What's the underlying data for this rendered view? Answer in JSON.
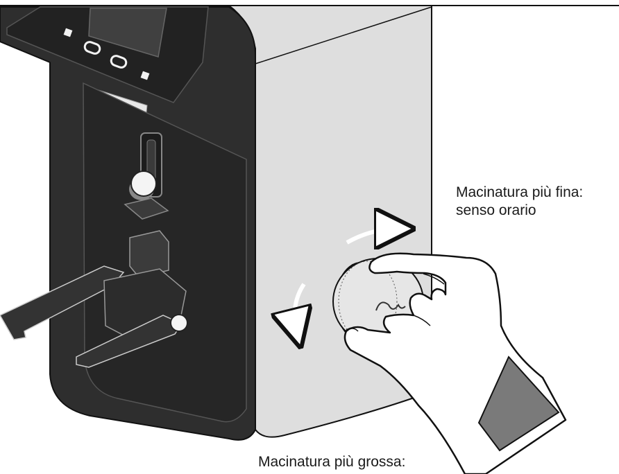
{
  "annotations": {
    "finer": {
      "line1": "Macinatura più fina:",
      "line2": "senso orario"
    },
    "coarser": {
      "line1": "Macinatura più grossa:"
    }
  },
  "colors": {
    "machine_body": "#2b2b2b",
    "side_panel": "#dcdcdc",
    "outline": "#111111"
  }
}
